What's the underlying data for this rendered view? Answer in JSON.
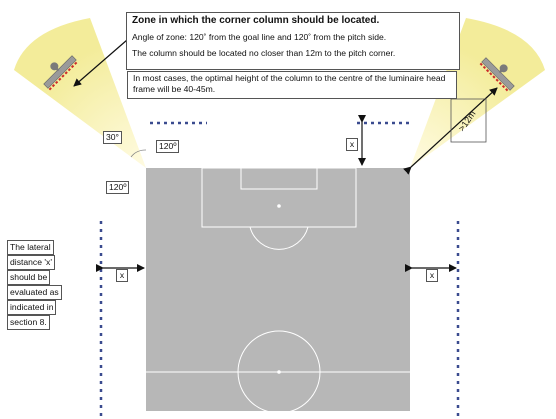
{
  "info": {
    "title": "Zone in which the corner column should be located.",
    "line1": "Angle of zone: 120˚ from the goal line and 120˚ from the pitch side.",
    "line2": "The column should be located no closer than 12m to the pitch corner."
  },
  "height_note": "In most cases, the optimal height of the column to the centre of the luminaire head frame will be 40-45m.",
  "lateral_note": [
    "The lateral",
    "distance 'x'",
    "should be",
    "evaluated as",
    "indicated in",
    "section 8."
  ],
  "labels": {
    "angle_30": "30°",
    "angle_120_top": "120º",
    "angle_120_left": "120º",
    "distance": ">12m",
    "x": "x"
  },
  "colors": {
    "pitch": "#b7b7b7",
    "pitch_lines": "#ffffff",
    "zone": "#f5f0a8",
    "dots_blue": "#3a4b8f",
    "luminaire_red": "#cc2a2a"
  }
}
